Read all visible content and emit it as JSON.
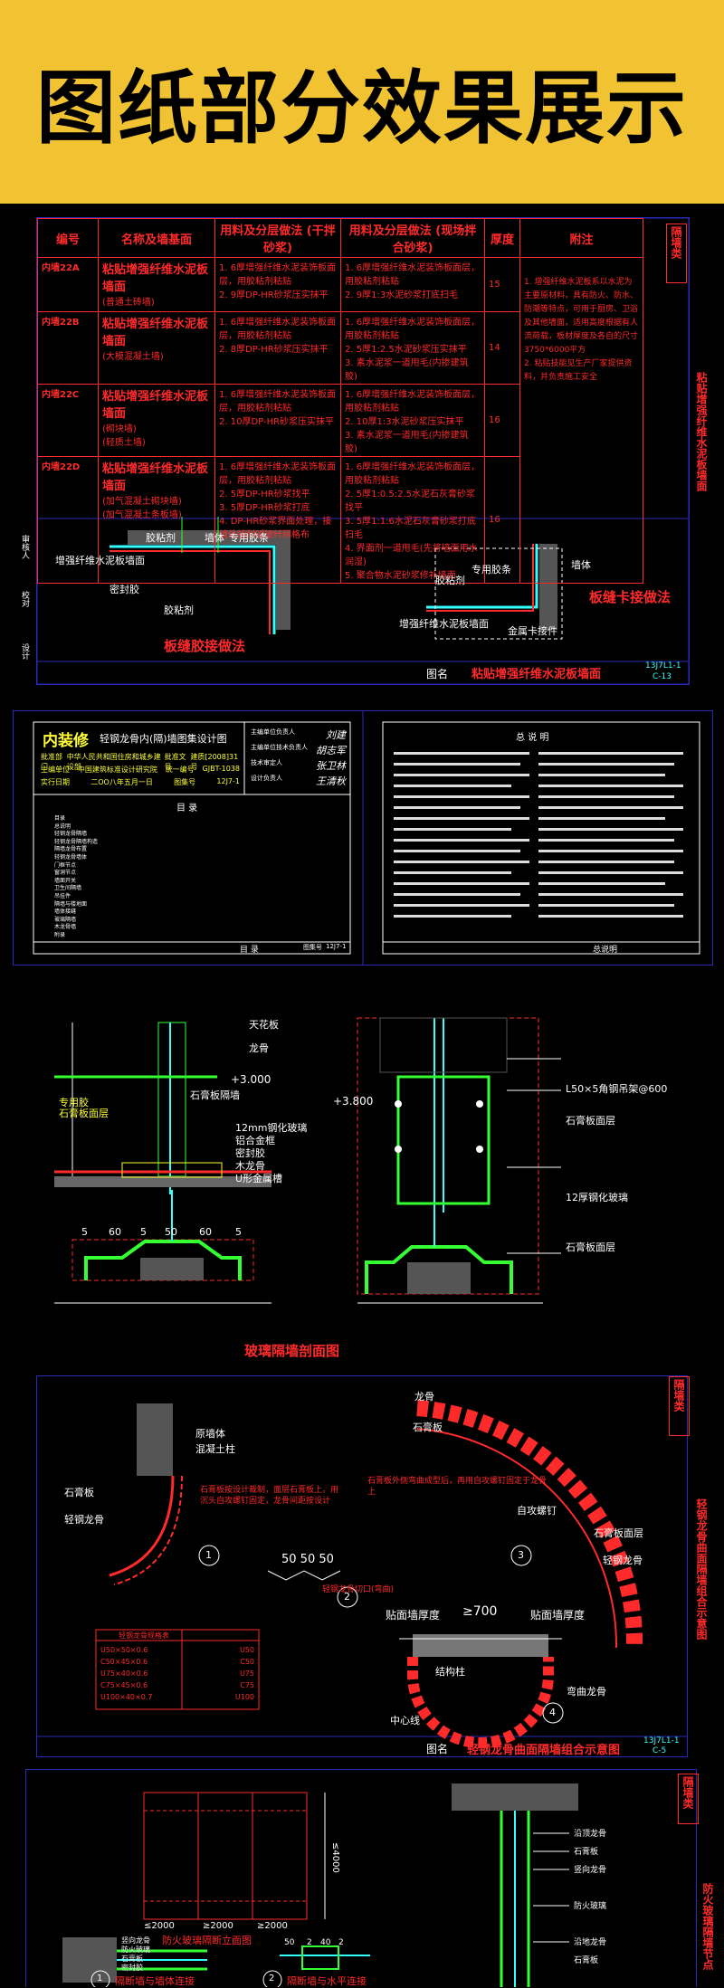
{
  "banner": {
    "title": "图纸部分效果展示"
  },
  "sheet1": {
    "headers": [
      "编号",
      "名称及墙基面",
      "用料及分层做法\n(干拌砂浆)",
      "用料及分层做法\n(现场拌合砂浆)",
      "厚度",
      "附注"
    ],
    "side_tab": "隔墙类",
    "rows": [
      {
        "code": "内墙22A",
        "name": "粘贴增强纤维水泥板墙面",
        "sub": "(普通土砖墙)",
        "dry": "1. 6厚增强纤维水泥装饰板面层，用胶粘剂粘贴\n2. 9厚DP-HR砂浆压实抹平",
        "wet": "1. 6厚增强纤维水泥装饰板面层，用胶粘剂粘贴\n2. 9厚1:3水泥砂浆打底扫毛",
        "thick": "15"
      },
      {
        "code": "内墙22B",
        "name": "粘贴增强纤维水泥板墙面",
        "sub": "(大模混凝土墙)",
        "dry": "1. 6厚增强纤维水泥装饰板面层，用胶粘剂粘贴\n2. 8厚DP-HR砂浆压实抹平",
        "wet": "1. 6厚增强纤维水泥装饰板面层，用胶粘剂粘贴\n2. 5厚1:2.5水泥砂浆压实抹平\n3. 素水泥浆一道甩毛(内掺建筑胶)",
        "thick": "14"
      },
      {
        "code": "内墙22C",
        "name": "粘贴增强纤维水泥板墙面",
        "sub": "(砌块墙)\n(轻质土墙)",
        "dry": "1. 6厚增强纤维水泥装饰板面层，用胶粘剂粘贴\n2. 10厚DP-HR砂浆压实抹平",
        "wet": "1. 6厚增强纤维水泥装饰板面层，用胶粘剂粘贴\n2. 10厚1:3水泥砂浆压实抹平\n3. 素水泥浆一道甩毛(内掺建筑胶)",
        "thick": "16"
      },
      {
        "code": "内墙22D",
        "name": "粘贴增强纤维水泥板墙面",
        "sub": "(加气混凝土砌块墙)\n(加气混凝土条板墙)",
        "dry": "1. 6厚增强纤维水泥装饰板面层，用胶粘剂粘贴\n2. 5厚DP-HR砂浆找平\n3. 5厚DP-HR砂浆打底\n4. DP-HR砂浆界面处理，接缝处挂耐碱玻纤网格布",
        "wet": "1. 6厚增强纤维水泥装饰板面层，用胶粘剂粘贴\n2. 5厚1:0.5:2.5水泥石灰膏砂浆找平\n3. 5厚1:1:6水泥石灰膏砂浆打底扫毛\n4. 界面剂一道甩毛(先将墙面用水润湿)\n5. 聚合物水泥砂浆修补墙面",
        "thick": "16"
      }
    ],
    "note": "1. 增强纤维水泥板系以水泥为主要原材料，具有防火、防水、防潮等特点，可用于厨房、卫浴及其他墙面，适用高度根据有人流荷载，板材厚度及各自的尺寸3750*6000平方\n2. 粘贴技能见生产厂家提供资料，并负责施工安全",
    "d1_labels": [
      "胶粘剂",
      "墙体",
      "专用胶条",
      "增强纤维水泥板墙面",
      "密封胶",
      "胶粘剂"
    ],
    "d1_title": "板缝胶接做法",
    "d2_labels": [
      "墙体",
      "胶粘剂",
      "专用胶条",
      "增强纤维水泥板墙面",
      "金属卡接件"
    ],
    "d2_title": "板缝卡接做法",
    "sidebar_text": "粘贴增强纤维水泥板墙面",
    "title_label": "图名",
    "title_name": "粘贴增强纤维水泥板墙面",
    "code1": "13J7L1-1",
    "code2": "C-13",
    "left_tabs": [
      "审核人",
      "校对",
      "设计"
    ]
  },
  "sheet2": {
    "title": "内装修",
    "subtitle": "轻钢龙骨内(隔)墙图集设计图",
    "info_rows": [
      [
        "批准部门",
        "中华人民共和国住房和城乡建设部",
        "批准文号",
        "建质[2008]31号"
      ],
      [
        "主编单位",
        "中国建筑标准设计研究院",
        "统一编号",
        "GJBT-1038"
      ],
      [
        "实行日期",
        "二OO八年五月一日",
        "图集号",
        "12J7-1"
      ]
    ],
    "signers": [
      [
        "主编单位负责人",
        "刘建"
      ],
      [
        "主编单位技术负责人",
        "胡志军"
      ],
      [
        "技术审定人",
        "张卫林"
      ],
      [
        "设计负责人",
        "王清秋"
      ]
    ],
    "toc_title": "目 录",
    "toc_rows": [
      "目录",
      "总说明",
      "轻钢龙骨隔墙",
      "轻钢龙骨隔墙构造",
      "隔墙龙骨布置",
      "轻钢龙骨墙体",
      "门框节点",
      "窗洞节点",
      "墙面开关",
      "卫生间隔墙",
      "吊挂件",
      "隔墙与楼地面",
      "墙体接缝",
      "玻璃隔墙",
      "木龙骨墙",
      "附录"
    ],
    "footer_a": "目 录",
    "footer_b": "图集号",
    "footer_c": "12J7-1",
    "notes_title": "总 说 明",
    "notes_footer": "总说明"
  },
  "sheet3": {
    "labels_left": [
      "天花板",
      "龙骨",
      "石膏板隔墙",
      "专用胶",
      "石膏板面层"
    ],
    "dims_left": [
      "+3.000",
      "12mm钢化玻璃",
      "铝合金框",
      "密封胶",
      "木龙骨",
      "U形金属槽"
    ],
    "labels_right": [
      "L50×5角钢吊架@600",
      "石膏板面层",
      "12厚钢化玻璃",
      "石膏板面层"
    ],
    "dim_top": "+3.800",
    "dims_bottom": [
      "5",
      "60",
      "5",
      "50",
      "60",
      "5"
    ],
    "title": "玻璃隔墙剖面图"
  },
  "sheet4": {
    "labels1": [
      "原墙体",
      "混凝土柱",
      "石膏板",
      "轻钢龙骨"
    ],
    "note1": "石膏板按设计裁制，面层石膏板上，用沉头自攻螺钉固定，龙骨间距按设计",
    "circle1": "1",
    "labels3": [
      "龙骨",
      "石膏板",
      "石膏板面层",
      "轻钢龙骨",
      "自攻螺钉"
    ],
    "note3": "石膏板外侧弯曲成型后，再用自攻螺钉固定于龙骨上",
    "circle3": "3",
    "dims2": "50 50 50",
    "note2": "轻钢龙骨切口(弯曲)",
    "circle2": "2",
    "legend_head": "轻钢龙骨规格表",
    "legend_rows": [
      [
        "U50×50×0.6",
        "U50"
      ],
      [
        "C50×45×0.6",
        "C50"
      ],
      [
        "U75×40×0.6",
        "U75"
      ],
      [
        "C75×45×0.6",
        "C75"
      ],
      [
        "U100×40×0.7",
        "U100"
      ]
    ],
    "label_top": "贴面墙厚度",
    "label_gt": "≥700",
    "label_top2": "贴面墙厚度",
    "labels4": [
      "结构柱",
      "中心线",
      "弯曲龙骨"
    ],
    "circle4": "4",
    "side_tab": "隔墙类",
    "sidebar_text": "轻钢龙骨曲面隔墙组合示意图",
    "title_label": "图名",
    "title_name": "轻钢龙骨曲面隔墙组合示意图",
    "code1": "13J7L1-1",
    "code2": "C-5"
  },
  "sheet5": {
    "dims": [
      "≤2000",
      "≥2000",
      "≥2000",
      "≤4000"
    ],
    "title_a": "防火玻璃隔断立面图",
    "labels_mid": [
      "竖向龙骨",
      "防火玻璃",
      "石膏板",
      "密封胶"
    ],
    "labels_right": [
      "沿顶龙骨",
      "石膏板",
      "竖向龙骨",
      "防火玻璃",
      "沿地龙骨",
      "石膏板"
    ],
    "side_tab": "隔墙类",
    "dims2": [
      "50",
      "2",
      "40",
      "2"
    ],
    "sidebar_text": "防火玻璃隔墙节点",
    "circle1": "1",
    "caption1": "隔断墙与墙体连接",
    "circle2": "2",
    "caption2": "隔断墙与水平连接"
  }
}
